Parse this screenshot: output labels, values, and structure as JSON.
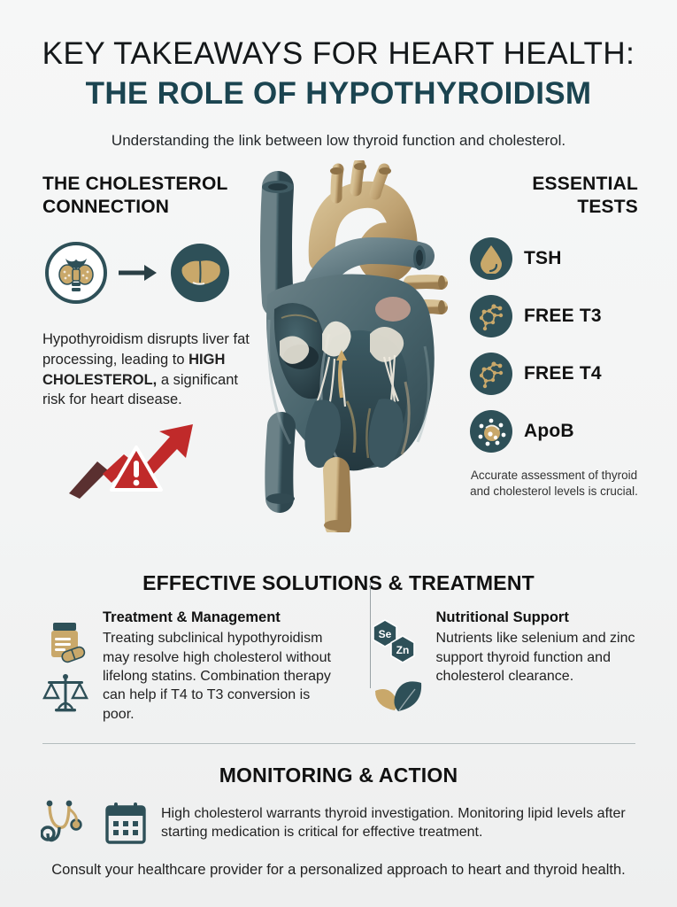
{
  "header": {
    "title_line1": "KEY TAKEAWAYS FOR HEART HEALTH:",
    "title_line2": "THE ROLE OF HYPOTHYROIDISM",
    "tagline": "Understanding the link between low thyroid function and cholesterol."
  },
  "cholesterol": {
    "heading_line1": "THE CHOLESTEROL",
    "heading_line2": "CONNECTION",
    "text_part1": "Hypothyroidism disrupts liver fat processing, leading to ",
    "text_bold": "HIGH CHOLESTEROL,",
    "text_part2": " a significant risk for heart disease.",
    "thyroid_icon": "thyroid-gland-icon",
    "liver_icon": "liver-icon",
    "arrow_icon": "arrow-right-icon",
    "warning_icon": "warning-triangle-icon",
    "trend_icon": "rising-arrow-icon"
  },
  "tests": {
    "heading_line1": "ESSENTIAL",
    "heading_line2": "TESTS",
    "items": [
      {
        "label": "TSH",
        "icon": "blood-drop-icon"
      },
      {
        "label": "FREE T3",
        "icon": "molecule-icon"
      },
      {
        "label": "FREE T4",
        "icon": "molecule-icon"
      },
      {
        "label": "ApoB",
        "icon": "lipoprotein-particle-icon"
      }
    ],
    "note": "Accurate assessment of thyroid and cholesterol levels is crucial."
  },
  "heart": {
    "illustration": "anatomical-heart-cross-section"
  },
  "solutions": {
    "heading": "EFFECTIVE SOLUTIONS & TREATMENT",
    "left": {
      "title": "Treatment & Management",
      "text": "Treating subclinical hypothyroidism may resolve high cholesterol without lifelong statins. Combination therapy can help if T4 to T3 conversion is poor.",
      "icon_1": "pill-bottle-icon",
      "icon_2": "balance-scales-icon"
    },
    "right": {
      "title": "Nutritional Support",
      "text": "Nutrients like selenium and zinc support thyroid function and cholesterol clearance.",
      "icon_1": "selenium-hexagon-icon",
      "icon_2": "zinc-hexagon-icon",
      "icon_3": "leaf-icon",
      "hex_label_1": "Se",
      "hex_label_2": "Zn"
    }
  },
  "monitoring": {
    "heading": "MONITORING & ACTION",
    "text": "High cholesterol warrants thyroid investigation. Monitoring lipid levels after starting medication is critical for effective treatment.",
    "consult": "Consult your healthcare provider for a personalized approach to heart and thyroid health.",
    "stethoscope_icon": "stethoscope-icon",
    "calendar_icon": "calendar-icon"
  },
  "colors": {
    "background": "#f4f5f6",
    "teal_dark": "#2e5058",
    "teal_deep": "#1b4450",
    "tan": "#c9a86a",
    "red": "#c02a2a",
    "ink": "#111111"
  }
}
